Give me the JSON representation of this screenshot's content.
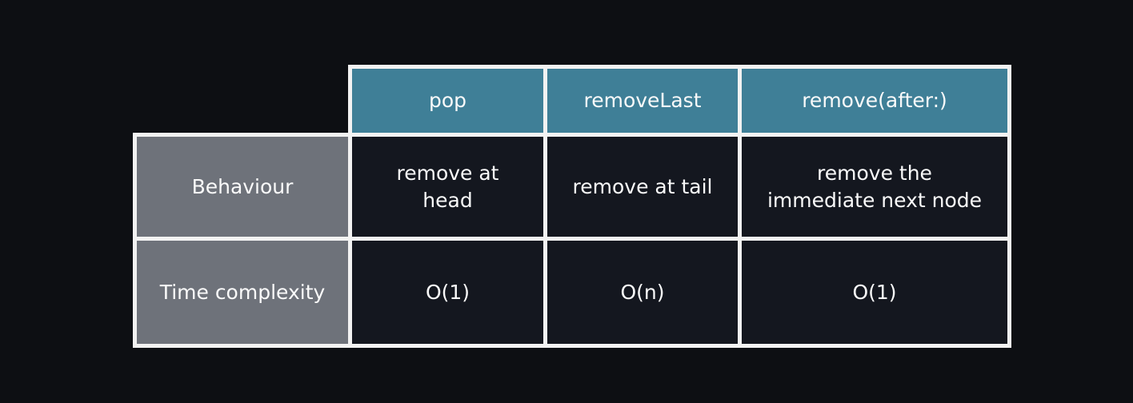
{
  "page": {
    "background": "#0D0F13"
  },
  "table": {
    "column_headers": [
      "pop",
      "removeLast",
      "remove(after:)"
    ],
    "rows": [
      {
        "label": "Behaviour",
        "cells": [
          "remove at\nhead",
          "remove at tail",
          "remove the\nimmediate next node"
        ]
      },
      {
        "label": "Time complexity",
        "cells": [
          "O(1)",
          "O(n)",
          "O(1)"
        ]
      }
    ],
    "colors": {
      "header_bg": "#3F7F97",
      "row_label_bg": "#6E727A",
      "cell_bg": "#14171F",
      "border": "#F2F2F2",
      "text": "#FAFAFA",
      "page_bg": "#0D0F13"
    }
  }
}
